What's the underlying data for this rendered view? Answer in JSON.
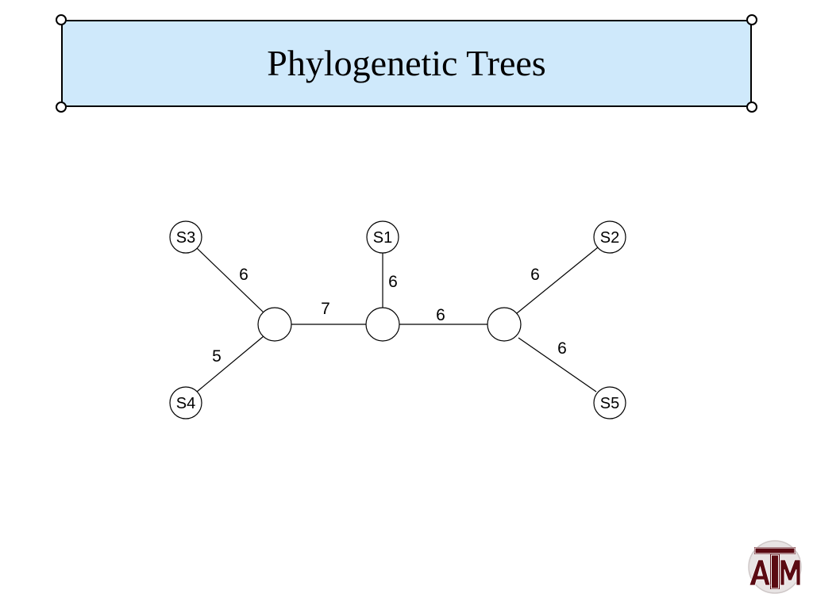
{
  "slide": {
    "title": "Phylogenetic Trees"
  },
  "diagram": {
    "type": "unrooted-tree",
    "leaves": {
      "s1": "S1",
      "s2": "S2",
      "s3": "S3",
      "s4": "S4",
      "s5": "S5"
    },
    "edges": {
      "s3_left": "6",
      "s4_left": "5",
      "left_center": "7",
      "s1_center": "6",
      "center_right": "6",
      "s2_right": "6",
      "s5_right": "6"
    }
  },
  "logo": {
    "name": "texas-am-logo",
    "text": "ATM",
    "color": "#5a0a12"
  }
}
